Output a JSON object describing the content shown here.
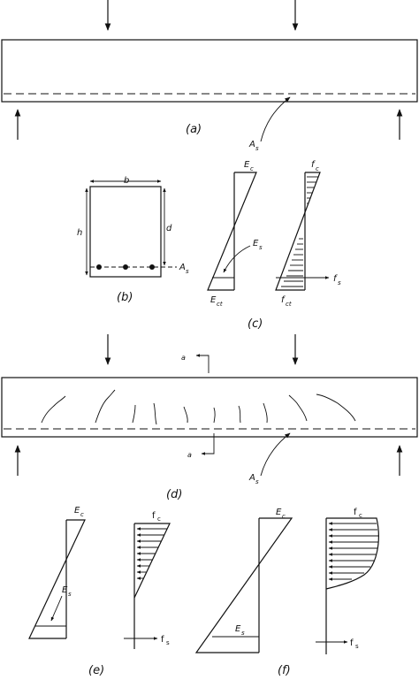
{
  "panels": {
    "a": "(a)",
    "b": "(b)",
    "c": "(c)",
    "d": "(d)",
    "e": "(e)",
    "f": "(f)"
  },
  "labels": {
    "As_main": "A",
    "As_main_sub": "s",
    "b": "b",
    "h": "h",
    "d": "d",
    "As_section": "A",
    "As_section_sub": "s",
    "Ec": "E",
    "Ec_sub": "c",
    "Es": "E",
    "Es_sub": "s",
    "Ect": "E",
    "Ect_sub": "ct",
    "fc": "f",
    "fc_sub": "c",
    "fs": "f",
    "fs_sub": "s",
    "fct": "f",
    "fct_sub": "ct",
    "a_top": "a",
    "a_bottom": "a",
    "As_d": "A",
    "As_d_sub": "s",
    "Ec_e": "E",
    "Ec_e_sub": "c",
    "Es_e": "E",
    "Es_e_sub": "s",
    "fc_e": "f",
    "fc_e_sub": "c",
    "fs_e": "f",
    "fs_e_sub": "s",
    "Ec_f": "E",
    "Ec_f_sub": "c",
    "Es_f": "E",
    "Es_f_sub": "s",
    "fc_f": "f",
    "fc_f_sub": "c",
    "fs_f": "f",
    "fs_f_sub": "s"
  },
  "colors": {
    "ink": "#111111",
    "background": "#ffffff"
  }
}
